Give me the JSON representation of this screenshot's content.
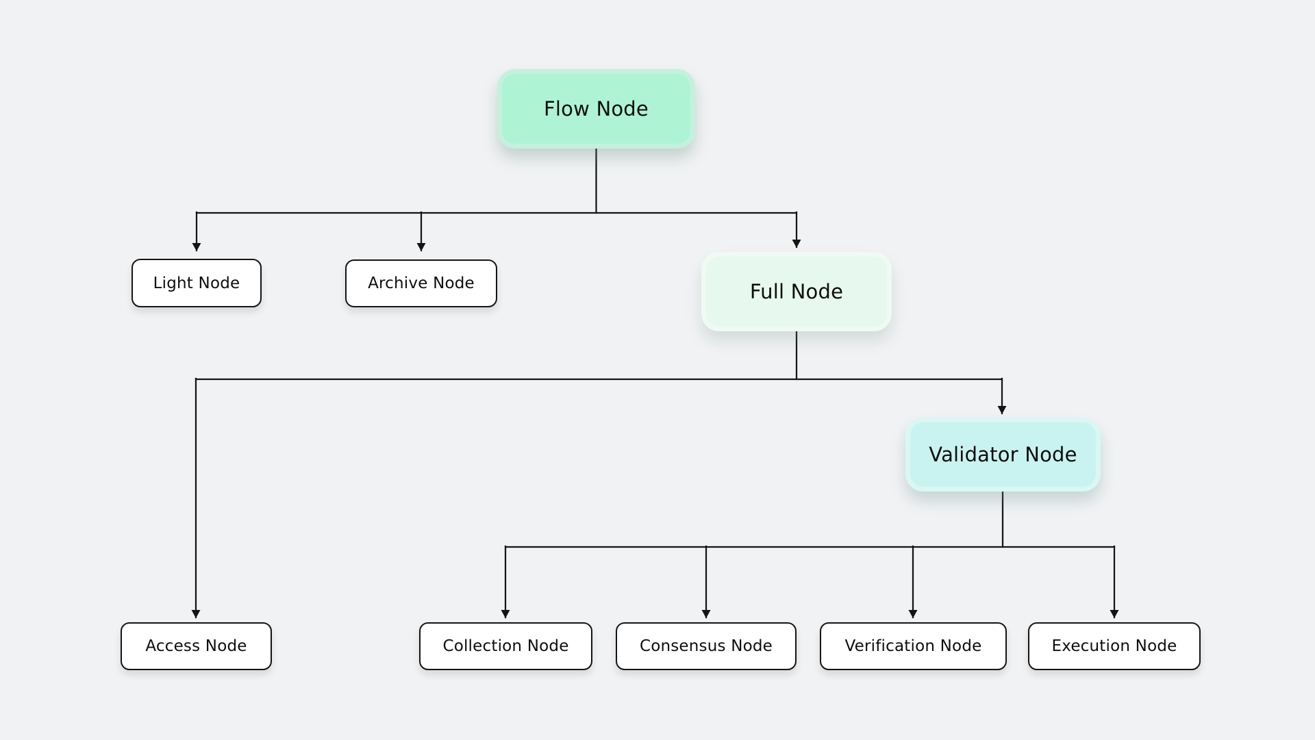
{
  "colors": {
    "background": "#f1f2f4",
    "line": "#141414",
    "text": "#0d0d0d",
    "node-primary-bg": "#aef4d4",
    "node-primary-rim": "#c4f1dd",
    "node-secondary-bg": "#e7f8ee",
    "node-secondary-rim": "#eefaf3",
    "node-tertiary-bg": "#c9f3f0",
    "node-tertiary-rim": "#daf7f4",
    "node-default-bg": "#ffffff",
    "node-border": "#141414"
  },
  "tree": {
    "label": "Flow Node",
    "style": "primary",
    "children": [
      {
        "label": "Light Node",
        "style": "default",
        "children": []
      },
      {
        "label": "Archive Node",
        "style": "default",
        "children": []
      },
      {
        "label": "Full Node",
        "style": "secondary",
        "children": [
          {
            "label": "Access Node",
            "style": "default",
            "children": []
          },
          {
            "label": "Validator Node",
            "style": "tertiary",
            "children": [
              {
                "label": "Collection Node",
                "style": "default",
                "children": []
              },
              {
                "label": "Consensus Node",
                "style": "default",
                "children": []
              },
              {
                "label": "Verification Node",
                "style": "default",
                "children": []
              },
              {
                "label": "Execution Node",
                "style": "default",
                "children": []
              }
            ]
          }
        ]
      }
    ]
  }
}
